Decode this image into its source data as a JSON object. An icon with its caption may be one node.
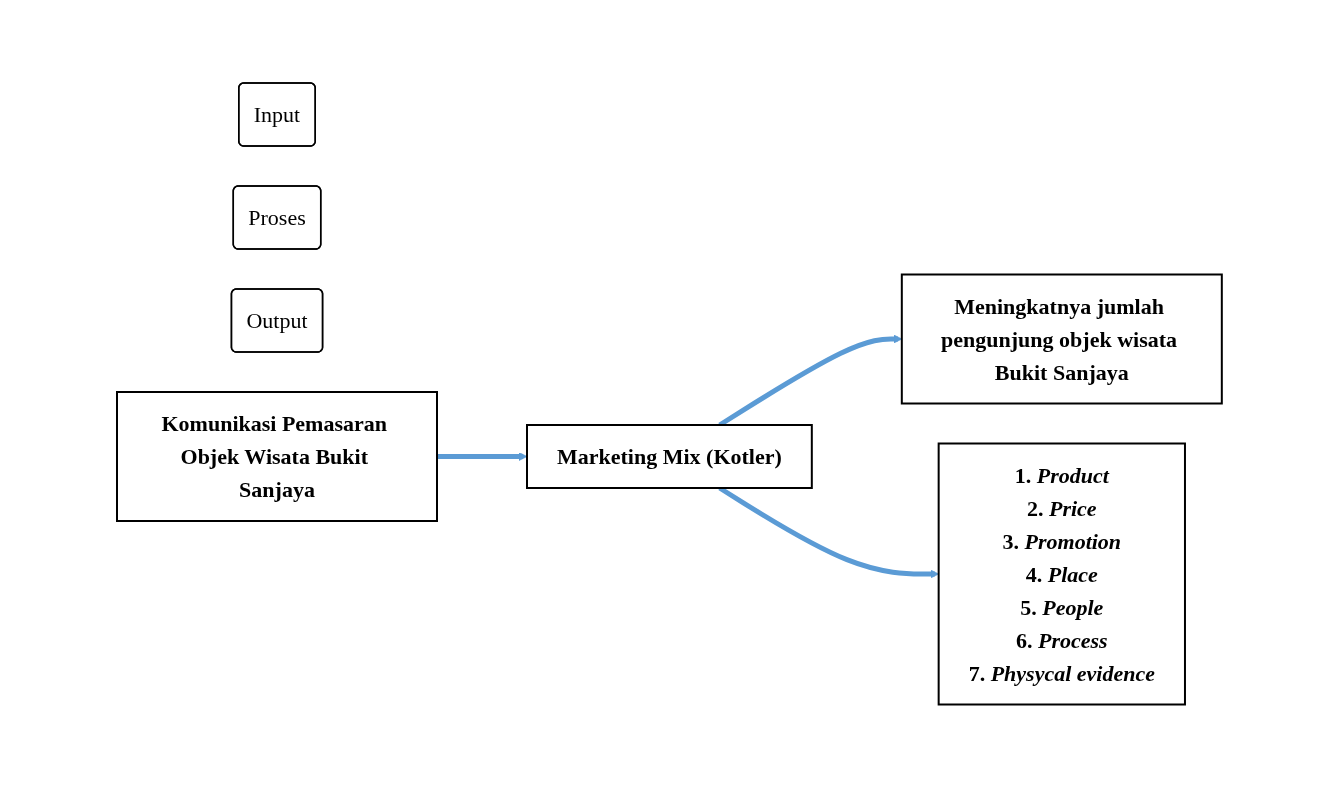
{
  "diagram": {
    "nodes": [
      {
        "text": [
          "Input"
        ]
      },
      {
        "text": [
          "Proses"
        ]
      },
      {
        "text": [
          "Output"
        ]
      },
      {
        "text": [
          "Komunikasi Pemasaran Objek Wisata Bukit Sanjaya"
        ]
      },
      {
        "text": [
          "Marketing Mix (Kotler)"
        ]
      },
      {
        "text": [
          "Meningkatnya jumlah pengunjung objek wisata Bukit Sanjaya"
        ]
      },
      {
        "text": [
          "1. *Product*",
          "2. *Price*",
          "3. *Promotion*",
          "4. *Place*",
          "5. *People*",
          "6. *Process*",
          "7. *Physycal evidence*"
        ]
      }
    ],
    "edges": [
      {
        "from": 3,
        "to": 4,
        "arrow": "to"
      },
      {
        "from": 4,
        "to": 5,
        "arrow": "to"
      },
      {
        "from": 4,
        "to": 6,
        "arrow": "to"
      }
    ]
  }
}
